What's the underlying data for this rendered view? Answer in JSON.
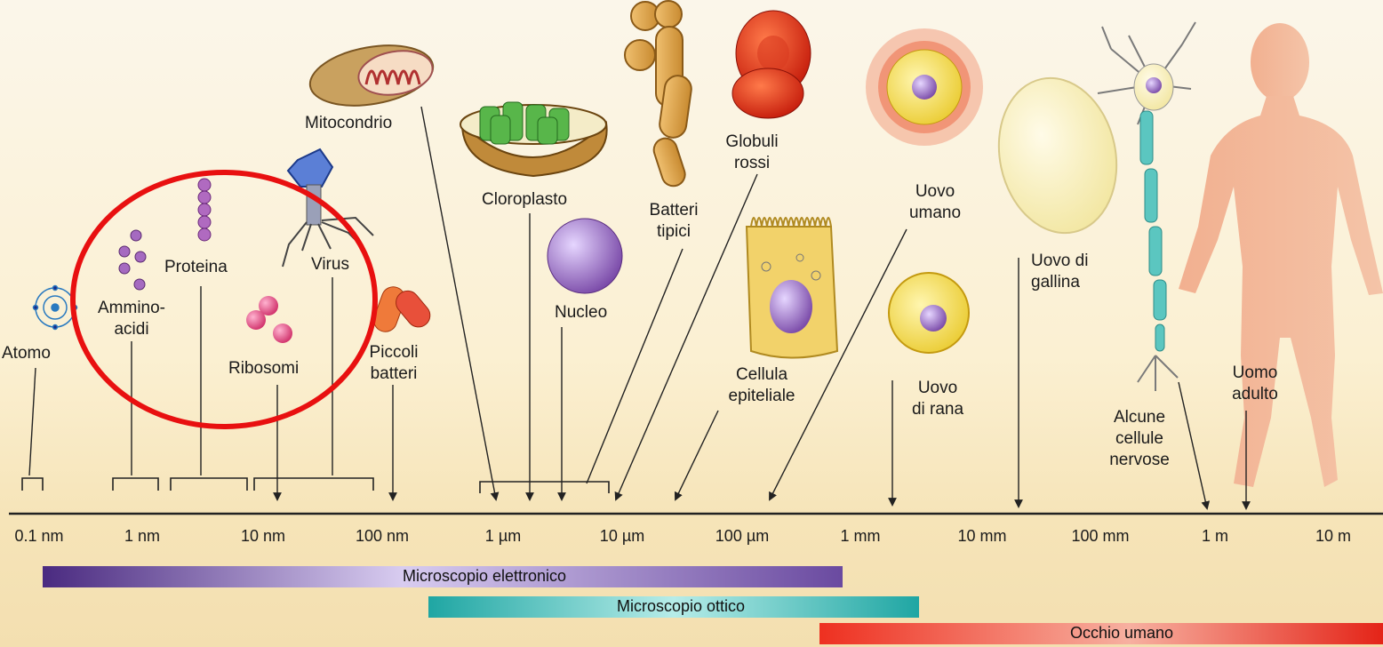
{
  "labels": {
    "mitocondrio": "Mitocondrio",
    "globuli_line1": "Globuli",
    "globuli_line2": "rossi",
    "cloroplasto": "Cloroplasto",
    "batteri_line1": "Batteri",
    "batteri_line2": "tipici",
    "uovo_umano_line1": "Uovo",
    "uovo_umano_line2": "umano",
    "uovo_gallina_line1": "Uovo di",
    "uovo_gallina_line2": "gallina",
    "proteina": "Proteina",
    "virus": "Virus",
    "amminoacidi_line1": "Ammino-",
    "amminoacidi_line2": "acidi",
    "nucleo": "Nucleo",
    "atomo": "Atomo",
    "piccoli_line1": "Piccoli",
    "piccoli_line2": "batteri",
    "ribosomi": "Ribosomi",
    "cellula_line1": "Cellula",
    "cellula_line2": "epiteliale",
    "uovo_rana_line1": "Uovo",
    "uovo_rana_line2": "di rana",
    "uomo_line1": "Uomo",
    "uomo_line2": "adulto",
    "nervose_line1": "Alcune",
    "nervose_line2": "cellule",
    "nervose_line3": "nervose"
  },
  "scale_ticks": [
    "0.1 nm",
    "1 nm",
    "10 nm",
    "100 nm",
    "1 µm",
    "10 µm",
    "100 µm",
    "1 mm",
    "10 mm",
    "100 mm",
    "1 m",
    "10 m"
  ],
  "bars": {
    "elettronico": "Microscopio elettronico",
    "ottico": "Microscopio ottico",
    "occhio": "Occhio umano"
  },
  "colors": {
    "highlight_circle": "#e81010",
    "bar_elettronico": "#5a3a8c",
    "bar_ottico": "#2fb3b0",
    "bar_occhio": "#e82020",
    "axis": "#222222"
  }
}
